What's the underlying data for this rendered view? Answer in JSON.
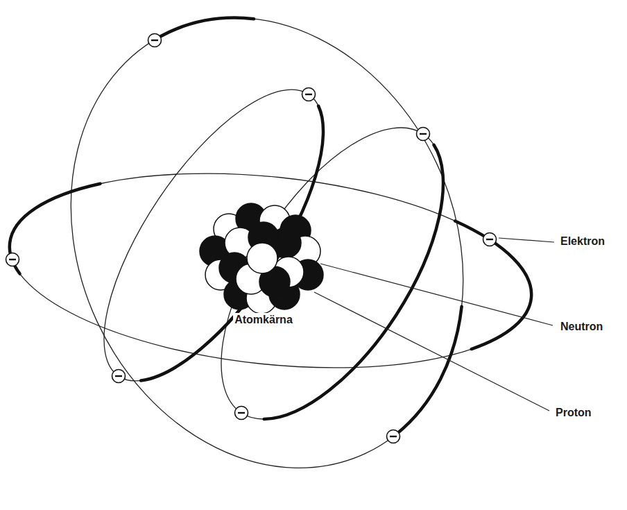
{
  "diagram": {
    "labels": [
      "Atomkärna",
      "Elektron",
      "Neutron",
      "Proton"
    ]
  }
}
